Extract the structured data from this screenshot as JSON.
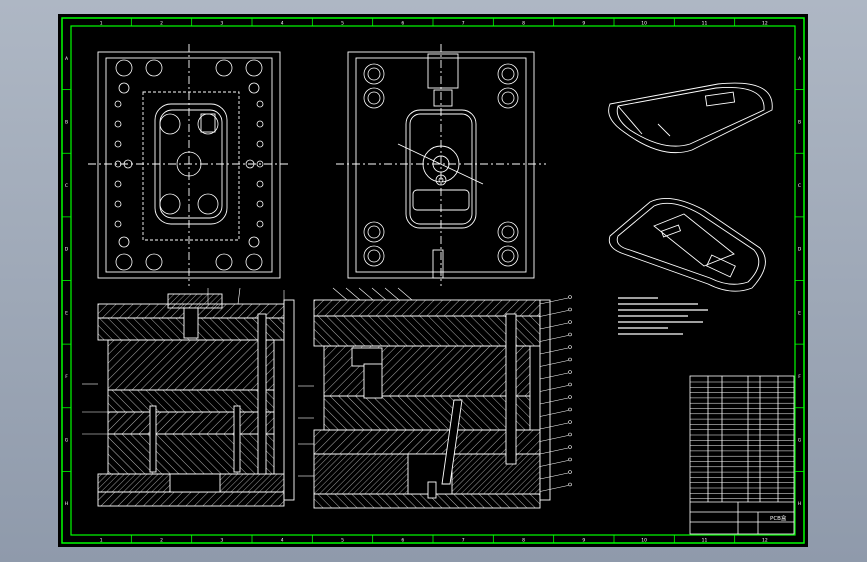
{
  "drawing": {
    "frame_color": "#00ff00",
    "line_color": "#ffffff",
    "background": "#000000",
    "border_column_numbers": [
      "1",
      "2",
      "3",
      "4",
      "5",
      "6",
      "7",
      "8",
      "9",
      "10",
      "11",
      "12"
    ],
    "border_row_letters": [
      "A",
      "B",
      "C",
      "D",
      "E",
      "F",
      "G",
      "H"
    ],
    "title_block_label": "PCB盒"
  }
}
